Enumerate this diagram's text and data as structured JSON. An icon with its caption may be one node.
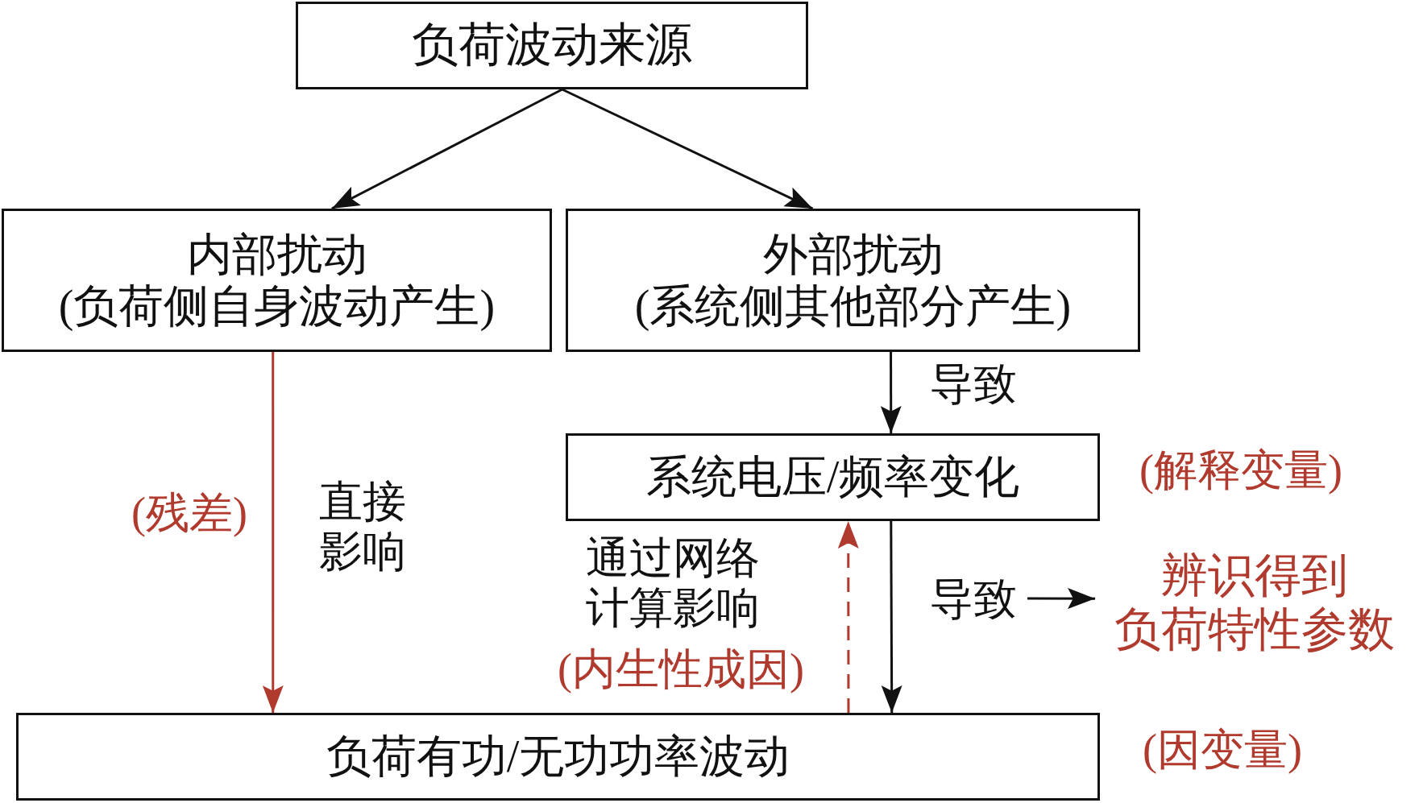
{
  "diagram": {
    "nodes": [
      {
        "text": [
          "负荷波动来源"
        ]
      },
      {
        "text": [
          "内部扰动",
          "(负荷侧自身波动产生)"
        ]
      },
      {
        "text": [
          "外部扰动",
          "(系统侧其他部分产生)"
        ]
      },
      {
        "text": [
          "系统电压/频率变化"
        ]
      },
      {
        "text": [
          "负荷有功/无功功率波动"
        ]
      },
      {
        "text": [
          "辨识得到负荷特性参数"
        ]
      },
      {
        "text": [
          "导致"
        ]
      }
    ],
    "edges": [
      {
        "from": 0,
        "to": 1,
        "arrow": "to"
      },
      {
        "from": 0,
        "to": 2,
        "arrow": "to"
      },
      {
        "from": 2,
        "to": 3,
        "arrow": "to",
        "label": "导致"
      },
      {
        "from": 1,
        "to": 4,
        "arrow": "to",
        "label": "直接影响",
        "color": "#b03a2e"
      },
      {
        "from": 3,
        "to": 4,
        "arrow": "to"
      },
      {
        "from": 4,
        "to": 3,
        "arrow": "to",
        "label": "通过网络计算影响",
        "style": "dashed",
        "color": "#b03a2e"
      },
      {
        "from": 6,
        "to": 5,
        "arrow": "to"
      }
    ],
    "labels": [
      "(解释变量)",
      "(残差)",
      "(内生性成因)",
      "(因变量)"
    ]
  }
}
